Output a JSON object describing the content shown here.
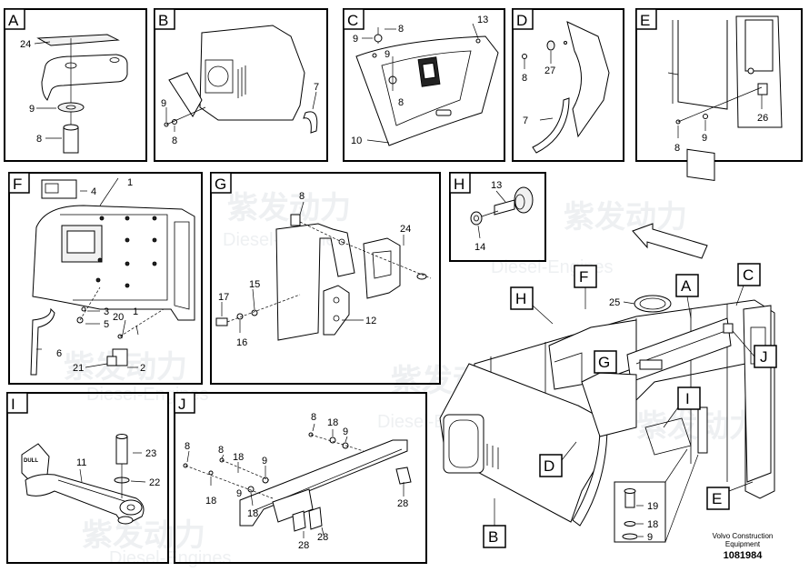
{
  "panels": {
    "A": {
      "tag": "A",
      "parts": [
        "24",
        "9",
        "8"
      ]
    },
    "B": {
      "tag": "B",
      "parts": [
        "9",
        "8",
        "7"
      ]
    },
    "C": {
      "tag": "C",
      "parts": [
        "9",
        "8",
        "9",
        "8",
        "13",
        "10"
      ]
    },
    "D": {
      "tag": "D",
      "parts": [
        "8",
        "27",
        "7"
      ]
    },
    "E": {
      "tag": "E",
      "parts": [
        "8",
        "9",
        "26"
      ]
    },
    "F": {
      "tag": "F",
      "parts": [
        "1",
        "4",
        "3",
        "5",
        "20",
        "1",
        "6",
        "21",
        "2"
      ]
    },
    "G": {
      "tag": "G",
      "parts": [
        "8",
        "24",
        "17",
        "15",
        "12",
        "16"
      ]
    },
    "H": {
      "tag": "H",
      "parts": [
        "13",
        "14"
      ]
    },
    "I": {
      "tag": "I",
      "parts": [
        "11",
        "23",
        "22"
      ],
      "label": "DULL"
    },
    "J": {
      "tag": "J",
      "parts": [
        "8",
        "18",
        "9",
        "8",
        "18",
        "9",
        "8",
        "18",
        "9",
        "18",
        "9",
        "28",
        "28",
        "28"
      ]
    }
  },
  "main_view": {
    "tags": [
      "H",
      "F",
      "A",
      "C",
      "G",
      "J",
      "I",
      "D",
      "E",
      "B"
    ],
    "parts": [
      "25"
    ],
    "callout_parts": [
      "19",
      "18",
      "9"
    ]
  },
  "watermark": {
    "brand": "紫发动力",
    "sub": "Diesel-Engines"
  },
  "footer": {
    "line1": "Volvo Construction",
    "line2": "Equipment",
    "doc_number": "1081984"
  }
}
